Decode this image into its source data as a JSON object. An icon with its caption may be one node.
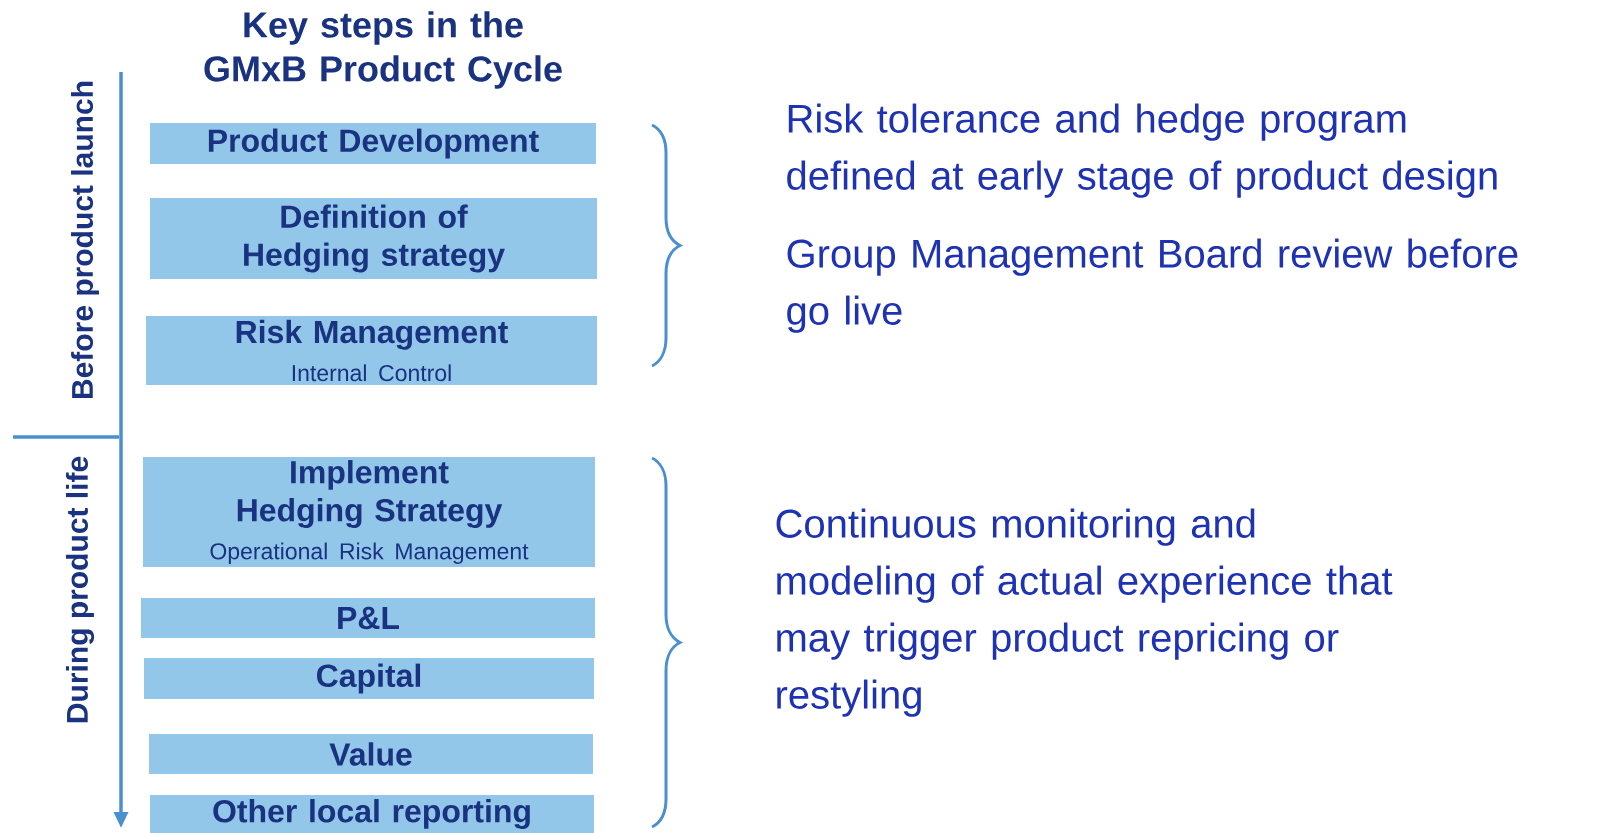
{
  "diagram": {
    "title": "Key steps in the GMxB Product Cycle",
    "nodes": [
      {
        "text": [
          "Product Development"
        ]
      },
      {
        "text": [
          "Definition of Hedging strategy"
        ]
      },
      {
        "text": [
          "Risk Management",
          "Internal Control"
        ]
      },
      {
        "text": [
          "Implement Hedging Strategy",
          "Operational Risk Management"
        ]
      },
      {
        "text": [
          "P&L"
        ]
      },
      {
        "text": [
          "Capital"
        ]
      },
      {
        "text": [
          "Value"
        ]
      },
      {
        "text": [
          "Other local reporting"
        ]
      }
    ],
    "labels": [
      "Before product launch",
      "During product life",
      "Risk tolerance and hedge program defined at early stage of product design",
      "Group Management Board review before go live",
      "Continuous monitoring and modeling of actual experience that may trigger product repricing or restyling"
    ]
  }
}
